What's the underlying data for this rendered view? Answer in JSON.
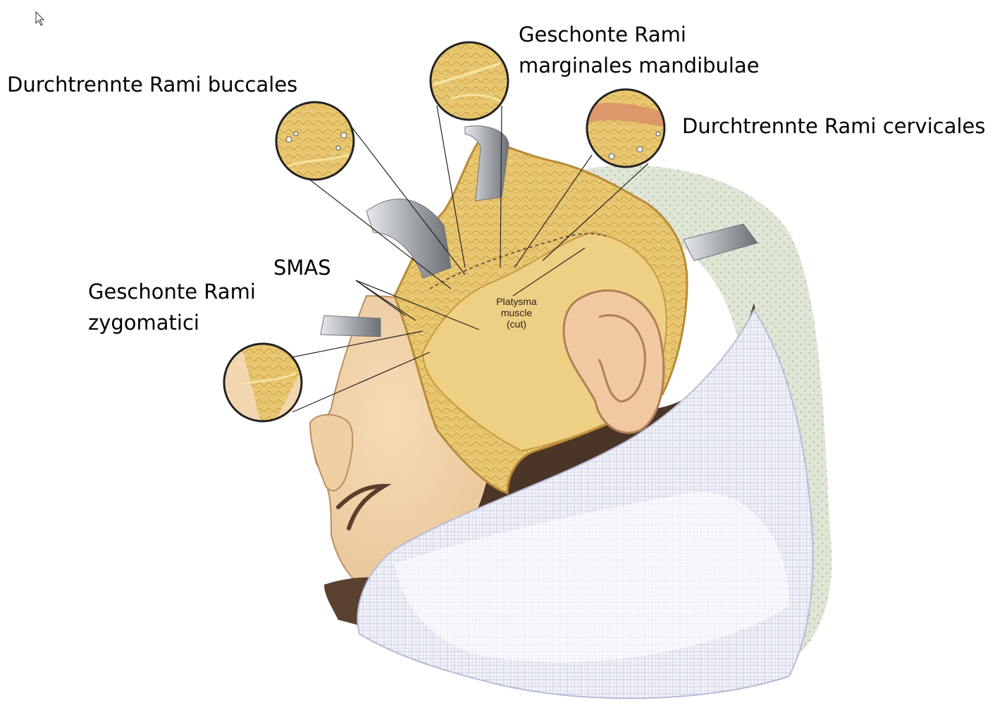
{
  "labels": {
    "buccales": "Durchtrennte Rami buccales",
    "marginales_1": "Geschonte Rami",
    "marginales_2": "marginales mandibulae",
    "cervicales": "Durchtrennte Rami cervicales",
    "smas": "SMAS",
    "zygomatici_1": "Geschonte Rami",
    "zygomatici_2": "zygomatici",
    "platysma_1": "Platysma",
    "platysma_2": "muscle",
    "platysma_3": "(cut)"
  },
  "icons": {
    "cursor": "mouse-pointer-icon"
  },
  "colors": {
    "skin": "#f2d3a8",
    "fat": "#e6c36a",
    "fat_dark": "#c9a04a",
    "hair": "#4a3526",
    "drape": "#f4f5fb",
    "retractor": "#b9bcc0",
    "line": "#222222"
  }
}
